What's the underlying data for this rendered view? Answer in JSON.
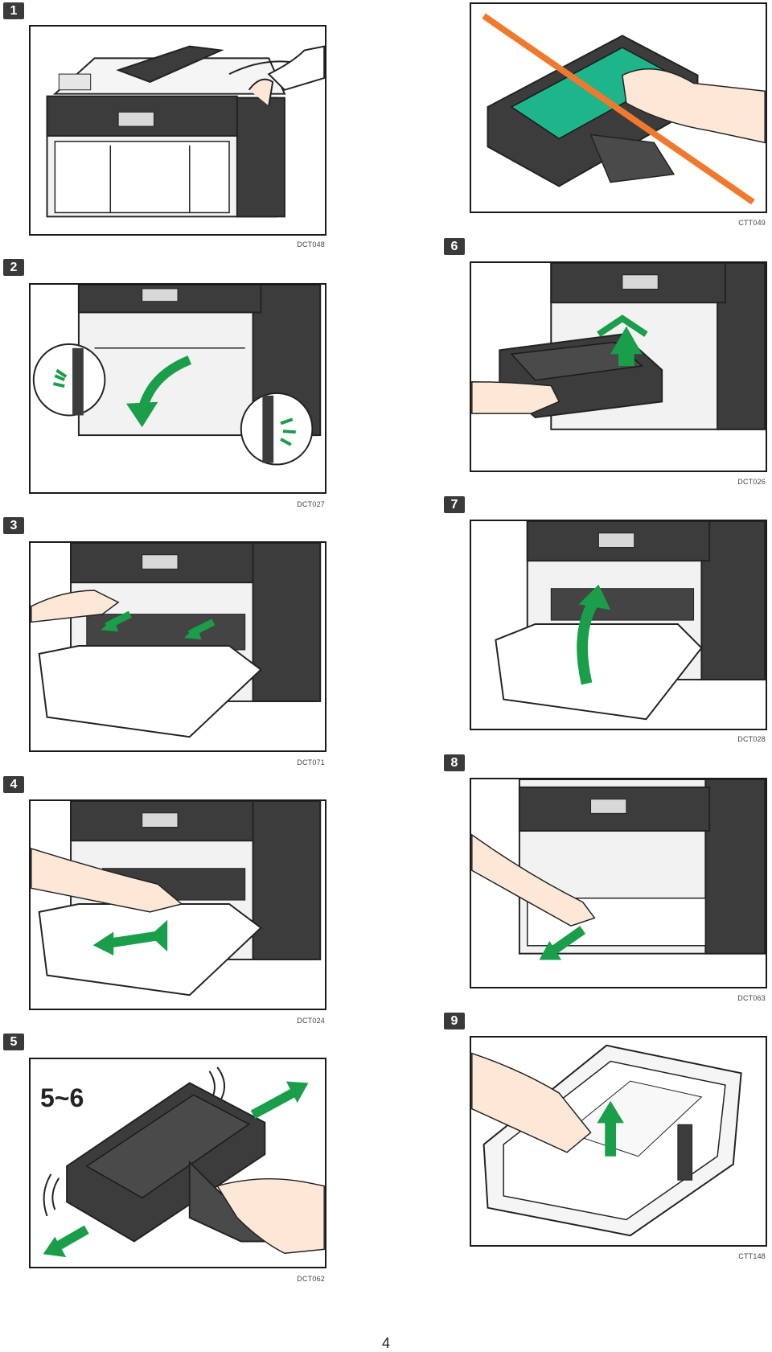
{
  "steps": [
    {
      "badge": "1",
      "code": "DCT048"
    },
    {
      "badge": "2",
      "code": "DCT027"
    },
    {
      "badge": "3",
      "code": "DCT071"
    },
    {
      "badge": "4",
      "code": "DCT024"
    },
    {
      "badge": "5",
      "code": "DCT062",
      "label": "5~6"
    },
    {
      "badge": "",
      "code": "CTT049"
    },
    {
      "badge": "6",
      "code": "DCT026"
    },
    {
      "badge": "7",
      "code": "DCT028"
    },
    {
      "badge": "8",
      "code": "DCT063"
    },
    {
      "badge": "9",
      "code": "CTT148"
    }
  ],
  "page_number": "4",
  "colors": {
    "arrow_green": "#1a9e4a",
    "cross_orange": "#ef7a2e",
    "printer_dark": "#3c3c3c",
    "printer_light": "#f2f2f2",
    "highlight_teal": "#1eb48c"
  }
}
